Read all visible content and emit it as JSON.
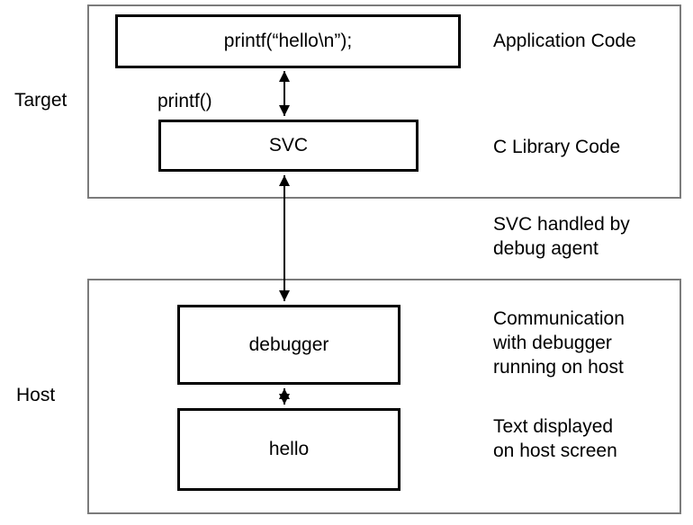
{
  "sections": {
    "target": {
      "label": "Target"
    },
    "host": {
      "label": "Host"
    }
  },
  "boxes": {
    "application": {
      "text": "printf(“hello\\n”);"
    },
    "svc": {
      "text": "SVC"
    },
    "debugger": {
      "text": "debugger"
    },
    "hello": {
      "text": "hello"
    }
  },
  "inline_labels": {
    "printf": "printf()"
  },
  "annotations": {
    "application": "Application Code",
    "svc": "C Library Code",
    "between": "SVC handled by\ndebug agent",
    "debugger": "Communication\nwith debugger\nrunning on host",
    "hello": "Text displayed\non host screen"
  },
  "colors": {
    "background": "#ffffff",
    "section_border": "#7b7b7b",
    "box_border": "#000000",
    "text": "#000000",
    "arrow": "#000000"
  }
}
